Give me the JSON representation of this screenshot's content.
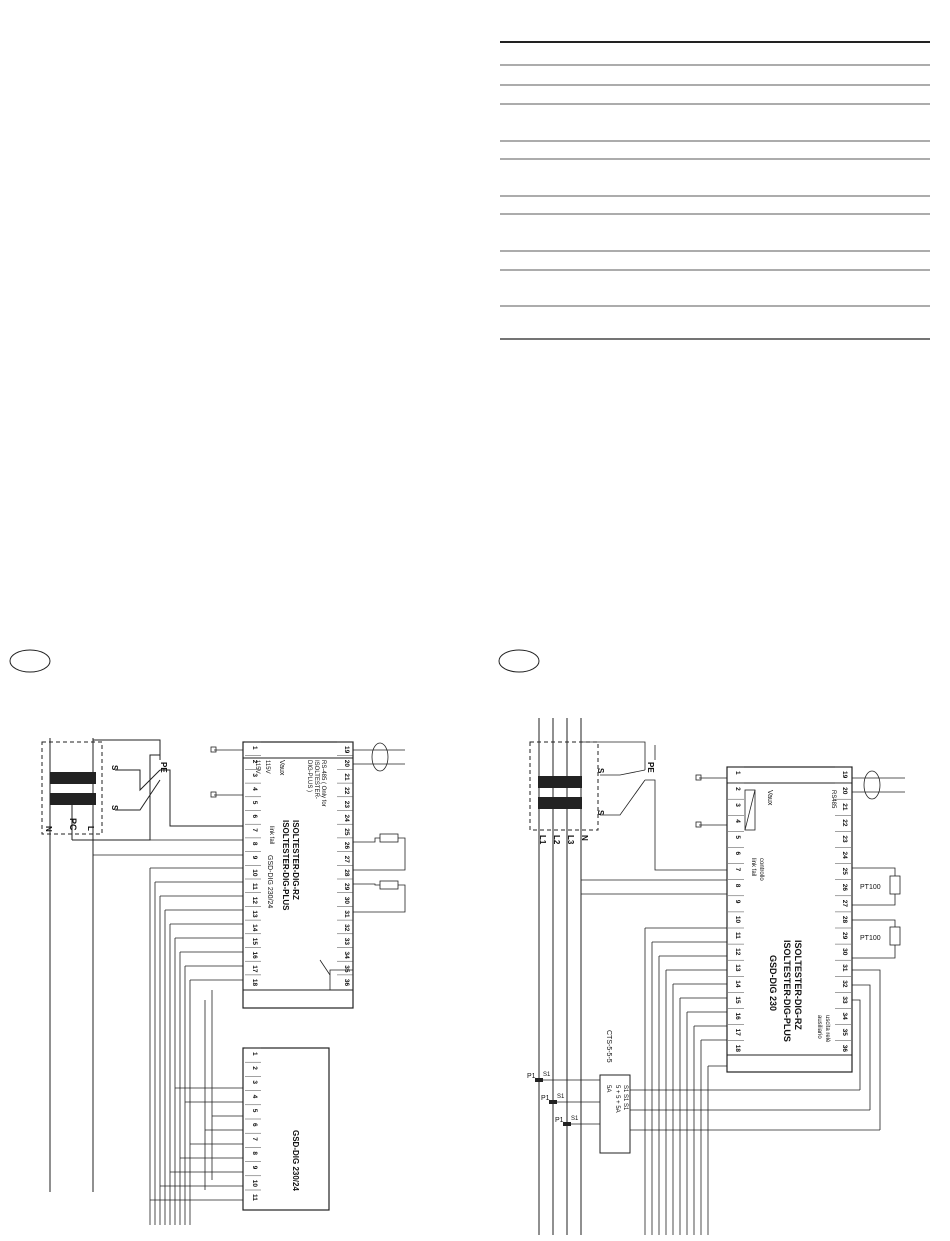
{
  "left_diagram": {
    "box_title_a": "ISOLTESTER-DIG-RZ",
    "box_title_b": "ISOLTESTER-DIG-PLUS",
    "box_model": "GSD-DIG 230/24",
    "rs485_note_1": "RS-485 ( Only for",
    "rs485_note_2": "ISOLTESTER-",
    "rs485_note_3": "DIG-PLUS )",
    "vaux_label": "Vaux",
    "v_low": "115V",
    "v_high": "115V",
    "link_fail": "link fail",
    "pe_label": "PE",
    "pc_label": "PC",
    "n_label": "N",
    "l_label": "L",
    "s_upper": "S",
    "s_lower": "S",
    "top_terminals": [
      "19",
      "20",
      "21",
      "22",
      "23",
      "24",
      "25",
      "26",
      "27",
      "28",
      "29",
      "30",
      "31",
      "32",
      "33",
      "34",
      "35",
      "36"
    ],
    "bottom_terminals": [
      "1",
      "2",
      "3",
      "4",
      "5",
      "6",
      "7",
      "8",
      "9",
      "10",
      "11",
      "12",
      "13",
      "14",
      "15",
      "16",
      "17",
      "18"
    ],
    "second_box_title": "GSD-DIG 230/24",
    "second_box_terminals": [
      "1",
      "2",
      "3",
      "4",
      "5",
      "6",
      "7",
      "8",
      "9",
      "10",
      "11"
    ]
  },
  "right_diagram": {
    "box_title_a": "ISOLTESTER-DIG-RZ",
    "box_title_b": "ISOLTESTER-DIG-PLUS",
    "box_model": "GSD-DIG 230",
    "rs485_label": "RS485",
    "vaux_label": "Vaux",
    "link_fail_1": "controllo",
    "link_fail_2": "link fail",
    "relay_1": "uscita relè",
    "relay_2": "ausiliario",
    "pt100_a": "PT100",
    "pt100_b": "PT100",
    "pe_label": "PE",
    "ct_label": "CTS-5-5-5",
    "ct_rows": [
      "5A",
      "5 + 5 + 5A",
      "S1   S1   S1"
    ],
    "p1_a": "P1",
    "p1_b": "P1",
    "p1_c": "P1",
    "s1_a": "S1",
    "s1_b": "S1",
    "s1_c": "S1",
    "phase_labels": [
      "L1",
      "L2",
      "L3",
      "N"
    ],
    "s_upper": "S",
    "s_lower": "S",
    "top_terminals": [
      "19",
      "20",
      "21",
      "22",
      "23",
      "24",
      "25",
      "26",
      "27",
      "28",
      "29",
      "30",
      "31",
      "32",
      "33",
      "34",
      "35",
      "36"
    ],
    "bottom_terminals": [
      "1",
      "2",
      "3",
      "4",
      "5",
      "6",
      "7",
      "8",
      "9",
      "10",
      "11",
      "12",
      "13",
      "14",
      "15",
      "16",
      "17",
      "18"
    ]
  }
}
